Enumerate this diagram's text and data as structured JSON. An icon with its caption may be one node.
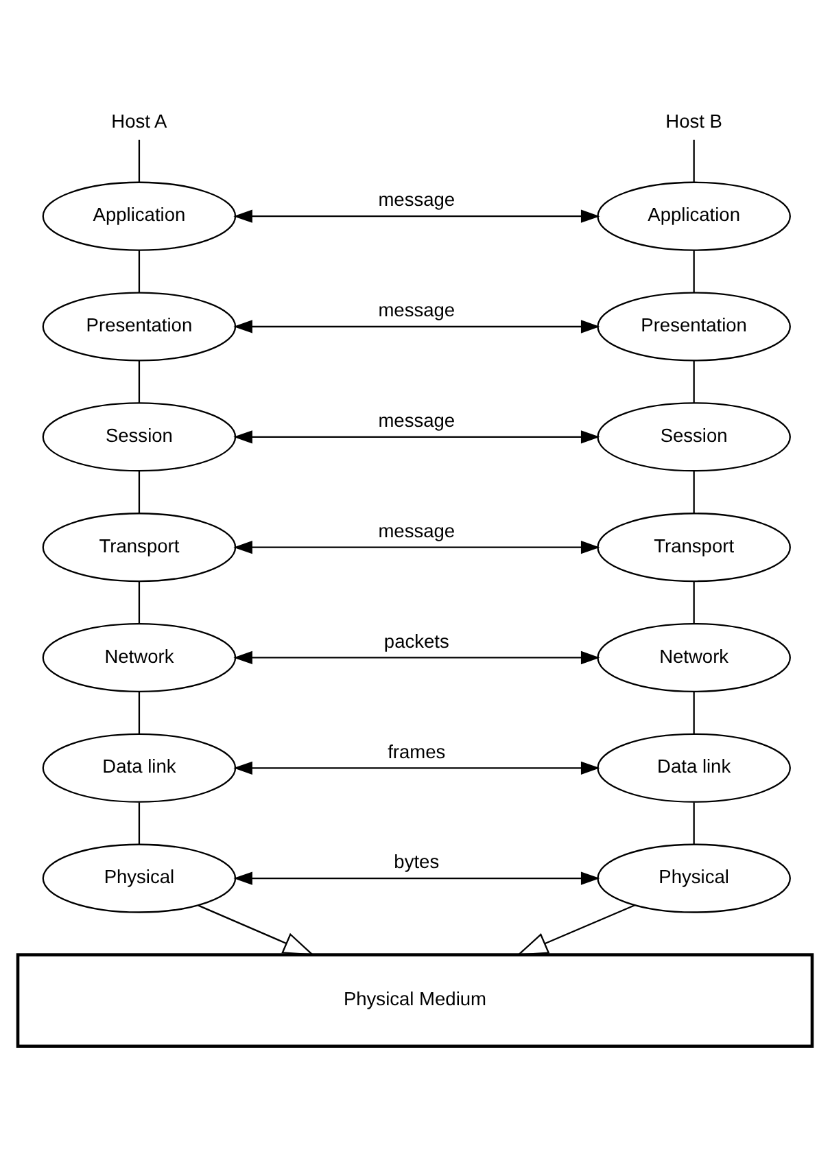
{
  "diagram": {
    "nodes": [
      {
        "text": [
          "Host A"
        ]
      },
      {
        "text": [
          "Application"
        ]
      },
      {
        "text": [
          "Presentation"
        ]
      },
      {
        "text": [
          "Session"
        ]
      },
      {
        "text": [
          "Transport"
        ]
      },
      {
        "text": [
          "Network"
        ]
      },
      {
        "text": [
          "Data link"
        ]
      },
      {
        "text": [
          "Physical"
        ]
      },
      {
        "text": [
          "Host B"
        ]
      },
      {
        "text": [
          "Application"
        ]
      },
      {
        "text": [
          "Presentation"
        ]
      },
      {
        "text": [
          "Session"
        ]
      },
      {
        "text": [
          "Transport"
        ]
      },
      {
        "text": [
          "Network"
        ]
      },
      {
        "text": [
          "Data link"
        ]
      },
      {
        "text": [
          "Physical"
        ]
      },
      {
        "text": [
          "Physical Medium"
        ]
      }
    ],
    "edges": [
      {
        "from": 0,
        "to": 1,
        "arrow": "none"
      },
      {
        "from": 1,
        "to": 2,
        "arrow": "none"
      },
      {
        "from": 2,
        "to": 3,
        "arrow": "none"
      },
      {
        "from": 3,
        "to": 4,
        "arrow": "none"
      },
      {
        "from": 4,
        "to": 5,
        "arrow": "none"
      },
      {
        "from": 5,
        "to": 6,
        "arrow": "none"
      },
      {
        "from": 6,
        "to": 7,
        "arrow": "none"
      },
      {
        "from": 7,
        "to": 16,
        "arrow": "to"
      },
      {
        "from": 8,
        "to": 9,
        "arrow": "none"
      },
      {
        "from": 9,
        "to": 10,
        "arrow": "none"
      },
      {
        "from": 10,
        "to": 11,
        "arrow": "none"
      },
      {
        "from": 11,
        "to": 12,
        "arrow": "none"
      },
      {
        "from": 12,
        "to": 13,
        "arrow": "none"
      },
      {
        "from": 13,
        "to": 14,
        "arrow": "none"
      },
      {
        "from": 14,
        "to": 15,
        "arrow": "none"
      },
      {
        "from": 15,
        "to": 16,
        "arrow": "to"
      },
      {
        "from": 1,
        "to": 9,
        "arrow": "both",
        "label": "message"
      },
      {
        "from": 2,
        "to": 10,
        "arrow": "both",
        "label": "message"
      },
      {
        "from": 3,
        "to": 11,
        "arrow": "both",
        "label": "message"
      },
      {
        "from": 4,
        "to": 12,
        "arrow": "both",
        "label": "message"
      },
      {
        "from": 5,
        "to": 13,
        "arrow": "both",
        "label": "packets"
      },
      {
        "from": 6,
        "to": 14,
        "arrow": "both",
        "label": "frames"
      },
      {
        "from": 7,
        "to": 15,
        "arrow": "both",
        "label": "bytes"
      }
    ]
  }
}
